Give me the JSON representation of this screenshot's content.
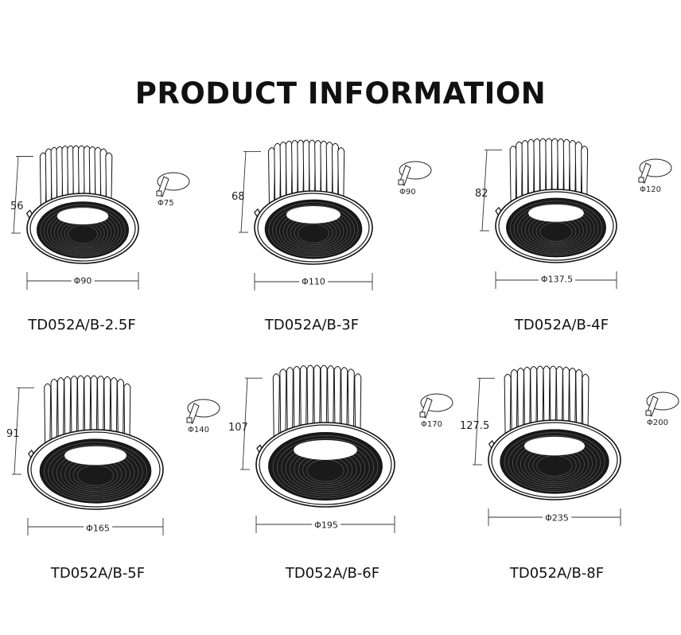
{
  "title": "PRODUCT INFORMATION",
  "products": [
    {
      "model": "TD052A/B-2.5F",
      "height": "56",
      "diameter": "Φ90",
      "cutout": "Φ75"
    },
    {
      "model": "TD052A/B-3F",
      "height": "68",
      "diameter": "Φ110",
      "cutout": "Φ90"
    },
    {
      "model": "TD052A/B-4F",
      "height": "82",
      "diameter": "Φ137.5",
      "cutout": "Φ120"
    },
    {
      "model": "TD052A/B-5F",
      "height": "91",
      "diameter": "Φ165",
      "cutout": "Φ140"
    },
    {
      "model": "TD052A/B-6F",
      "height": "107",
      "diameter": "Φ195",
      "cutout": "Φ170"
    },
    {
      "model": "TD052A/B-8F",
      "height": "127.5",
      "diameter": "Φ235",
      "cutout": "Φ200"
    }
  ]
}
